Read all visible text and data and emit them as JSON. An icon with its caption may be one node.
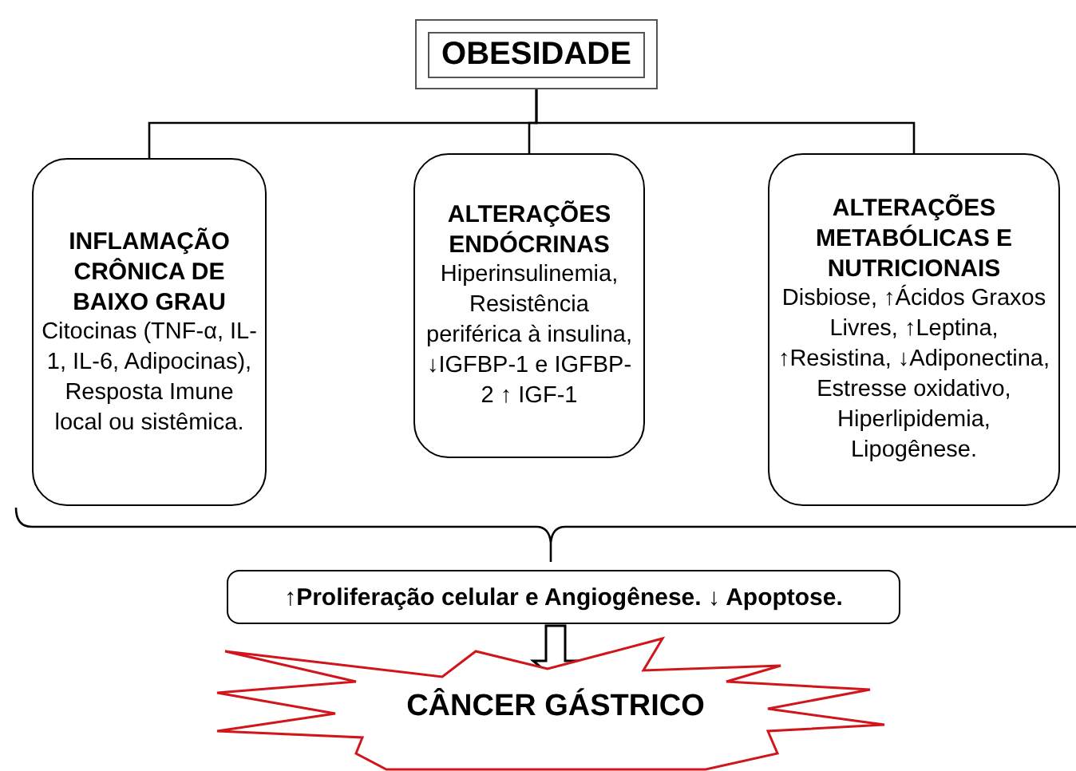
{
  "diagram": {
    "nodes": [
      {
        "text": [
          "OBESIDADE"
        ]
      },
      {
        "text": [
          "INFLAMAÇÃO CRÔNICA DE BAIXO GRAU",
          "Citocinas (TNF-α, IL-1, IL-6, Adipocinas), Resposta Imune local ou sistêmica."
        ]
      },
      {
        "text": [
          "ALTERAÇÕES ENDÓCRINAS",
          "Hiperinsulinemia, Resistência periférica à insulina, ↓IGFBP-1 e IGFBP-2 ↑ IGF-1"
        ]
      },
      {
        "text": [
          "ALTERAÇÕES METABÓLICAS E NUTRICIONAIS",
          "Disbiose, ↑Ácidos Graxos Livres, ↑Leptina, ↑Resistina, ↓Adiponectina, Estresse oxidativo, Hiperlipidemia, Lipogênese."
        ]
      },
      {
        "text": [
          "↑Proliferação celular e Angiogênese. ↓ Apoptose."
        ]
      },
      {
        "text": [
          "CÂNCER GÁSTRICO"
        ]
      }
    ],
    "edges": [
      {
        "from": 0,
        "to": 1,
        "arrow": "none"
      },
      {
        "from": 0,
        "to": 2,
        "arrow": "none"
      },
      {
        "from": 0,
        "to": 3,
        "arrow": "none"
      },
      {
        "from": 4,
        "to": 5,
        "arrow": "to",
        "style": "thick"
      }
    ]
  }
}
